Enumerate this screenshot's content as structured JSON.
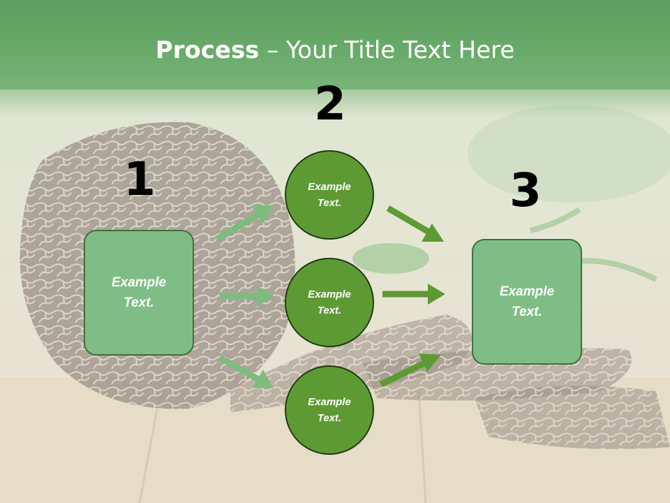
{
  "title": {
    "bold": "Process",
    "rest": " – Your Title Text Here"
  },
  "steps": {
    "one": "1",
    "two": "2",
    "three": "3"
  },
  "left_box": {
    "line1": "Example",
    "line2": "Text."
  },
  "circles": [
    {
      "line1": "Example",
      "line2": "Text."
    },
    {
      "line1": "Example",
      "line2": "Text."
    },
    {
      "line1": "Example",
      "line2": "Text."
    }
  ],
  "right_box": {
    "line1": "Example",
    "line2": "Text."
  },
  "colors": {
    "banner": "#6aab6b",
    "box_fill": "#80bd86",
    "circle_fill": "#5e9a34",
    "arrow_light": "#7dbb80",
    "arrow_dark": "#5e9a34"
  }
}
